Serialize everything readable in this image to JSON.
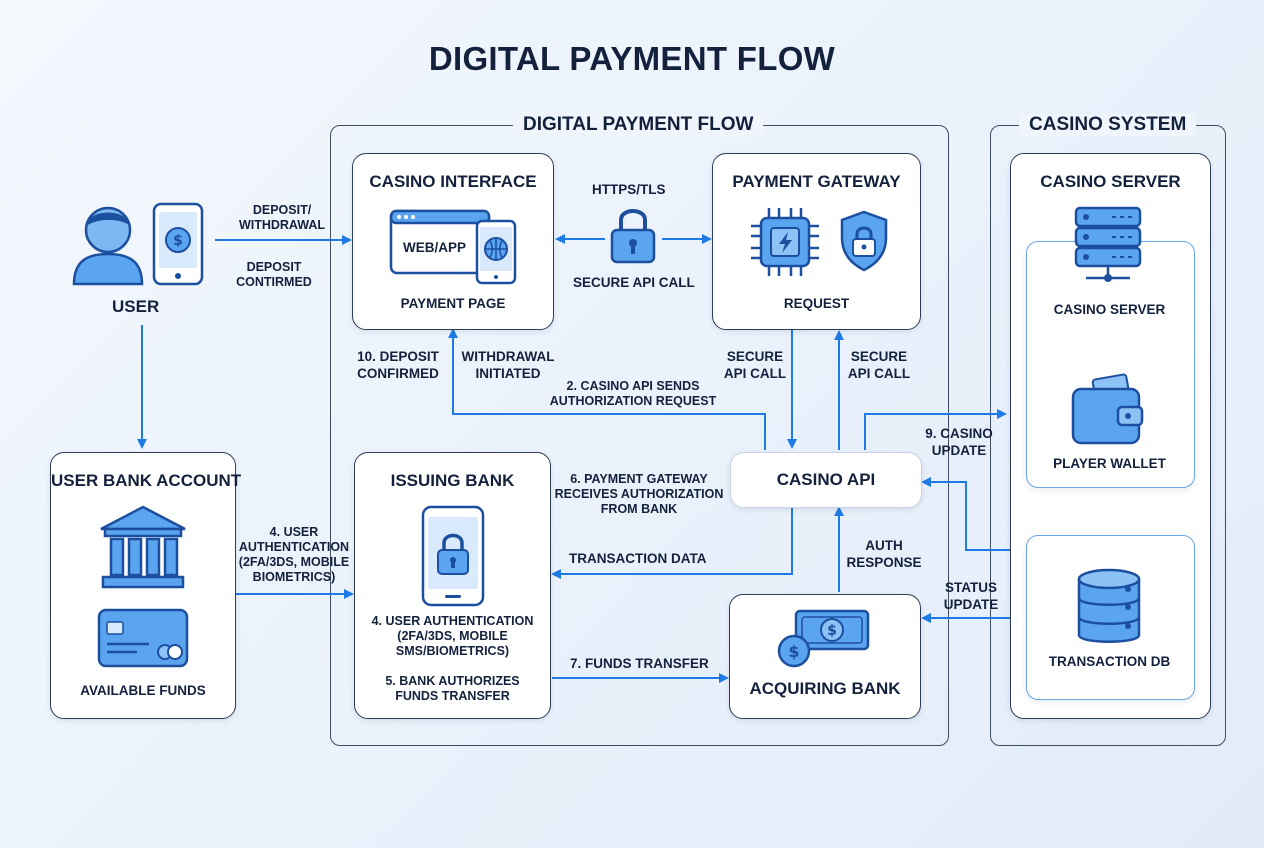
{
  "title": "DIGITAL PAYMENT FLOW",
  "frames": {
    "payment_flow": "DIGITAL PAYMENT FLOW",
    "casino_system": "CASINO SYSTEM"
  },
  "user": {
    "label": "USER",
    "deposit_withdrawal": [
      "DEPOSIT/",
      "WITHDRAWAL"
    ],
    "deposit_confirmed": [
      "DEPOSIT",
      "CONTIRMED"
    ]
  },
  "casino_interface": {
    "title": "CASINO INTERFACE",
    "web_app": "WEB/APP",
    "payment_page": "PAYMENT PAGE"
  },
  "https": {
    "top": "HTTPS/TLS",
    "bottom": "SECURE API CALL"
  },
  "payment_gateway": {
    "title": "PAYMENT GATEWAY",
    "request": "REQUEST"
  },
  "casino_server_group": {
    "title": "CASINO SERVER",
    "server_label": "CASINO SERVER",
    "wallet_label": "PLAYER WALLET",
    "db_label": "TRANSACTION DB"
  },
  "mid_labels": {
    "deposit_confirmed_10": [
      "10. DEPOSIT",
      "CONFIRMED"
    ],
    "withdrawal_initiated": [
      "WITHDRAWAL",
      "INITIATED"
    ],
    "casino_api_sends": [
      "2. CASINO API SENDS",
      "AUTHORIZATION REQUEST"
    ],
    "secure_api_call_left": [
      "SECURE",
      "API CALL"
    ],
    "secure_api_call_right": [
      "SECURE",
      "API CALL"
    ],
    "casino_update": [
      "9. CASINO",
      "UPDATE"
    ]
  },
  "user_bank": {
    "title": "USER BANK ACCOUNT",
    "funds": "AVAILABLE FUNDS"
  },
  "user_auth_4": [
    "4. USER",
    "AUTHENTICATION",
    "(2FA/3DS, MOBILE",
    "BIOMETRICS)"
  ],
  "issuing_bank": {
    "title": "ISSUING BANK",
    "auth": [
      "4. USER AUTHENTICATION",
      "(2FA/3DS, MOBILE",
      "SMS/BIOMETRICS)"
    ],
    "authorizes": [
      "5. BANK AUTHORIZES",
      "FUNDS TRANSFER"
    ]
  },
  "gateway_receives": [
    "6. PAYMENT GATEWAY",
    "RECEIVES AUTHORIZATION",
    "FROM BANK"
  ],
  "transaction_data": "TRANSACTION DATA",
  "funds_transfer": "7. FUNDS TRANSFER",
  "casino_api": "CASINO API",
  "auth_response": [
    "AUTH",
    "RESPONSE"
  ],
  "status_update": [
    "STATUS",
    "UPDATE"
  ],
  "acquiring_bank": "ACQUIRING BANK",
  "colors": {
    "accent": "#1e7be6",
    "icon_fill": "#5aa4f0",
    "icon_dark": "#1c4f9e",
    "border": "#2f3d55"
  }
}
